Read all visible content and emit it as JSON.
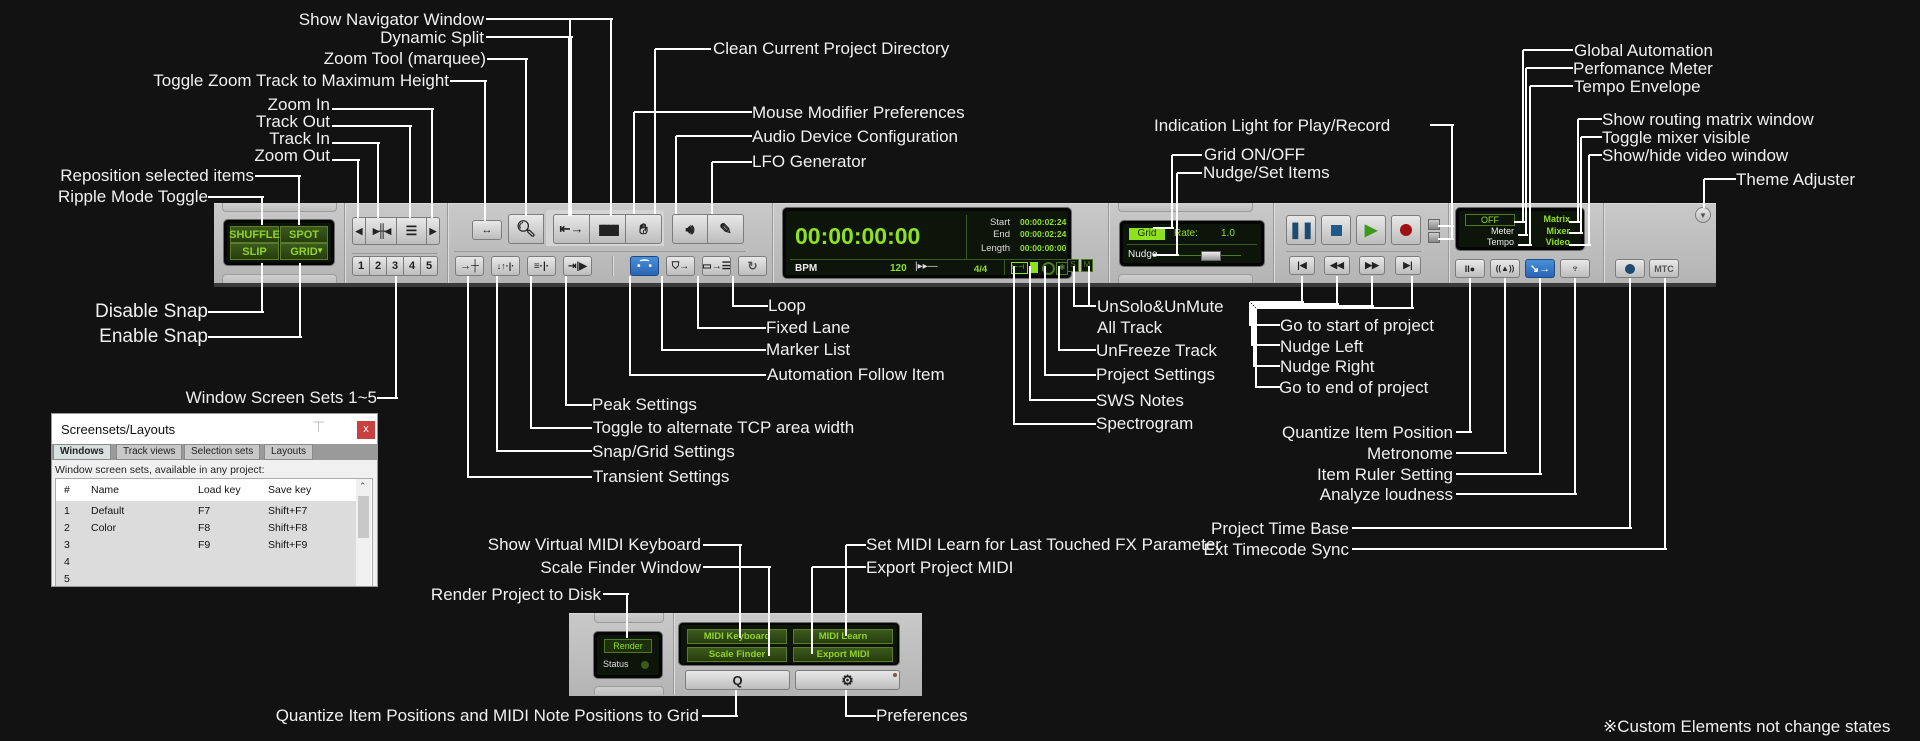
{
  "annotations": {
    "show_navigator": "Show Navigator Window",
    "dynamic_split": "Dynamic Split",
    "zoom_tool": "Zoom Tool (marquee)",
    "toggle_zoom_track": "Toggle Zoom Track to Maximum Height",
    "zoom_in": "Zoom In",
    "track_out": "Track Out",
    "track_in": "Track In",
    "zoom_out": "Zoom Out",
    "reposition": "Reposition selected items",
    "ripple": "Ripple Mode Toggle",
    "disable_snap": "Disable Snap",
    "enable_snap": "Enable Snap",
    "screen_sets": "Window Screen Sets 1~5",
    "clean_dir": "Clean Current Project Directory",
    "mouse_mod": "Mouse Modifier Preferences",
    "audio_dev": "Audio Device Configuration",
    "lfo": "LFO Generator",
    "loop": "Loop",
    "fixed_lane": "Fixed Lane",
    "marker_list": "Marker List",
    "auto_follow": "Automation  Follow Item",
    "peak": "Peak Settings",
    "tcp_width": "Toggle to alternate TCP area width",
    "snap_grid": "Snap/Grid Settings",
    "transient": "Transient Settings",
    "unsolo_1": "UnSolo&UnMute",
    "unsolo_2": "All Track",
    "unfreeze": "UnFreeze Track",
    "proj_settings": "Project Settings",
    "sws_notes": "SWS Notes",
    "spectrogram": "Spectrogram",
    "indication": "Indication Light for Play/Record",
    "grid_onoff": "Grid ON/OFF",
    "nudge_set": "Nudge/Set Items",
    "go_start": "Go to start of project",
    "nudge_left": "Nudge Left",
    "nudge_right": "Nudge Right",
    "go_end": "Go to end of project",
    "global_auto": "Global Automation",
    "perf_meter": "Perfomance Meter",
    "tempo_env": "Tempo Envelope",
    "routing": "Show routing matrix window",
    "mixer_vis": "Toggle mixer visible",
    "video_win": "Show/hide video window",
    "theme_adj": "Theme Adjuster",
    "quantize_pos": "Quantize Item Position",
    "metronome": "Metronome",
    "item_ruler": "Item Ruler Setting",
    "loudness": "Analyze loudness",
    "time_base": "Project Time Base",
    "ext_tc": "Ext Timecode Sync",
    "virt_midi": "Show Virtual MIDI Keyboard",
    "scale_finder": "Scale Finder Window",
    "render": "Render Project to Disk",
    "quantize_grid": "Quantize Item Positions and MIDI Note Positions to Grid",
    "midi_learn": "Set MIDI Learn for Last Touched FX Parameter",
    "export_midi": "Export Project MIDI",
    "preferences": "Preferences",
    "footnote": "※Custom Elements not change states"
  },
  "toolbar": {
    "edit_modes": [
      "SHUFFLE",
      "SPOT",
      "SLIP",
      "GRID"
    ],
    "screen_sets": [
      "1",
      "2",
      "3",
      "4",
      "5"
    ],
    "transport_display": {
      "time": "00:00:00:00",
      "start_label": "Start",
      "end_label": "End",
      "length_label": "Length",
      "start": "00:00:02:24",
      "end": "00:00:02:24",
      "length": "00:00:00:00",
      "bpm_label": "BPM",
      "bpm": "120",
      "time_sig": "4/4"
    },
    "grid_panel": {
      "grid_label": "Grid",
      "rate_label": "Rate:",
      "rate": "1.0",
      "nudge_label": "Nudge"
    },
    "status_panel": {
      "auto_state": "OFF",
      "meter": "Meter",
      "tempo": "Tempo",
      "matrix": "Matrix",
      "mixer": "Mixer",
      "video": "Video"
    },
    "mtc_label": "MTC",
    "accent_green": "#8fe01e",
    "accent_blue": "#2f6fc2"
  },
  "midi_panel": {
    "render_label": "Render",
    "status_label": "Status",
    "buttons": [
      "MIDI Keyboard",
      "MIDI Learn",
      "Scale Finder",
      "Export MIDI"
    ],
    "quantize_label": "Q"
  },
  "screensets": {
    "title": "Screensets/Layouts",
    "close_label": "x",
    "tabs": [
      "Windows",
      "Track views",
      "Selection sets",
      "Layouts"
    ],
    "description": "Window screen sets, available in any project:",
    "columns": [
      "#",
      "Name",
      "Load key",
      "Save key"
    ],
    "rows": [
      {
        "num": "1",
        "name": "Default",
        "load": "F7",
        "save": "Shift+F7"
      },
      {
        "num": "2",
        "name": "Color",
        "load": "F8",
        "save": "Shift+F8"
      },
      {
        "num": "3",
        "name": "",
        "load": "F9",
        "save": "Shift+F9"
      },
      {
        "num": "4",
        "name": "",
        "load": "",
        "save": ""
      },
      {
        "num": "5",
        "name": "",
        "load": "",
        "save": ""
      }
    ]
  }
}
